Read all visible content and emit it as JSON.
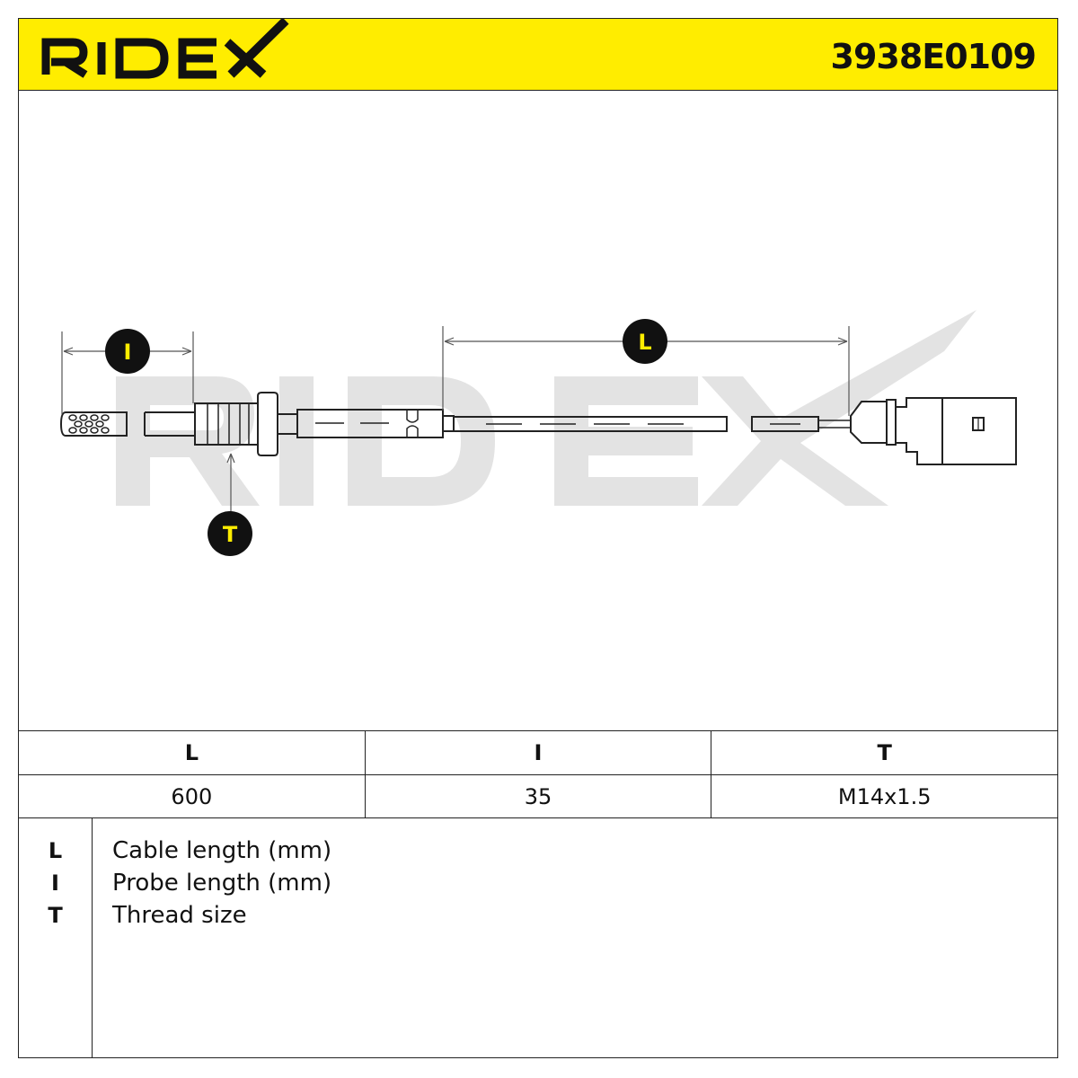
{
  "header": {
    "brand": "RIDEX",
    "part_number": "3938E0109",
    "accent_color": "#ffed00"
  },
  "drawing": {
    "watermark": "RIDEX",
    "callouts": {
      "probe_length": "I",
      "cable_length": "L",
      "thread_size": "T"
    }
  },
  "spec_table": {
    "headers": [
      "L",
      "I",
      "T"
    ],
    "values": [
      "600",
      "35",
      "M14x1.5"
    ]
  },
  "legend": [
    {
      "key": "L",
      "desc": "Cable length (mm)"
    },
    {
      "key": "I",
      "desc": "Probe length (mm)"
    },
    {
      "key": "T",
      "desc": "Thread size"
    }
  ]
}
